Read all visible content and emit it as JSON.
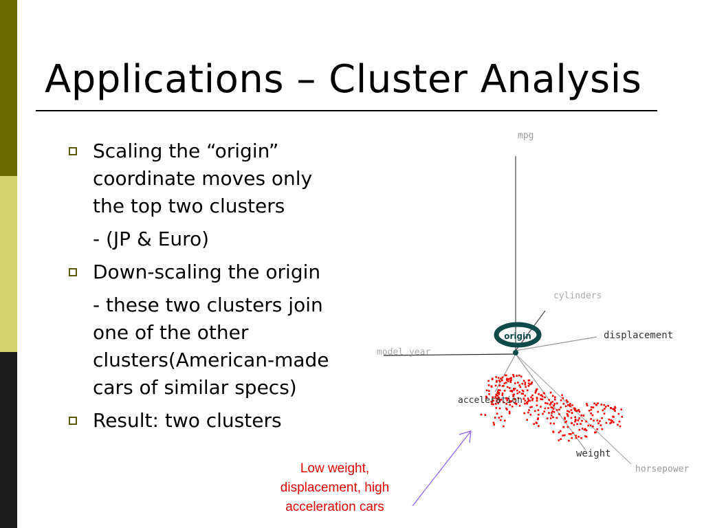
{
  "slide": {
    "title": "Applications – Cluster Analysis",
    "bullets": [
      {
        "lines": [
          "Scaling the “origin”",
          "coordinate moves only",
          "the top two clusters"
        ],
        "sub": "- (JP & Euro)"
      },
      {
        "lines": [
          "Down-scaling the origin"
        ],
        "sub": "- these two clusters join",
        "sub_lines": [
          "one of the other",
          "clusters(American-made",
          "cars of similar specs)"
        ]
      },
      {
        "lines": [
          "Result: two clusters"
        ]
      }
    ],
    "annotation": [
      "Low weight,",
      "displacement, high",
      "acceleration cars"
    ]
  },
  "diagram": {
    "axes": {
      "mpg": "mpg",
      "cylinders": "cylinders",
      "displacement": "displacement",
      "model_year": "model year",
      "acceleration": "acceleration",
      "weight": "weight",
      "horsepower": "horsepower"
    },
    "origin_label": "origin"
  },
  "colors": {
    "sidebar_top": "#6b6b00",
    "sidebar_mid": "#d2d46a",
    "sidebar_bottom": "#1c1c1c",
    "bullet": "#5a5a00",
    "origin_ring": "#0d4a48",
    "points": "#ff0000",
    "annotation_text": "#e00000",
    "arrow": "#8b5cf6"
  }
}
